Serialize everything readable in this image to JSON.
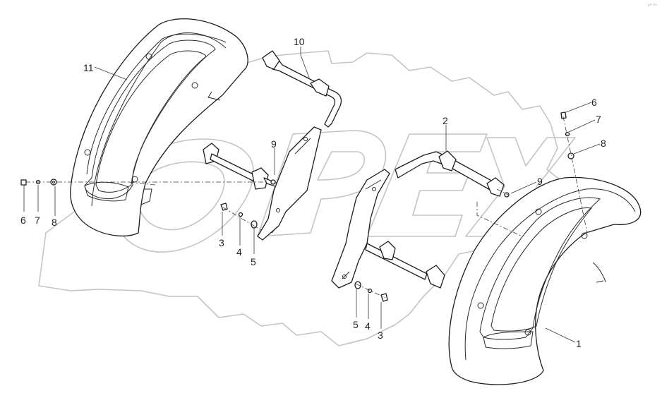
{
  "watermark": {
    "text": "OPEX",
    "color": "#c4c4c4"
  },
  "corner_mark": "z²° ³°²",
  "line_color": "#1d1d1d",
  "callouts": [
    {
      "id": "11",
      "label": "11"
    },
    {
      "id": "10",
      "label": "10"
    },
    {
      "id": "9a",
      "label": "9"
    },
    {
      "id": "6a",
      "label": "6"
    },
    {
      "id": "7a",
      "label": "7"
    },
    {
      "id": "8a",
      "label": "8"
    },
    {
      "id": "3a",
      "label": "3"
    },
    {
      "id": "4a",
      "label": "4"
    },
    {
      "id": "5a",
      "label": "5"
    },
    {
      "id": "2",
      "label": "2"
    },
    {
      "id": "9b",
      "label": "9"
    },
    {
      "id": "6b",
      "label": "6"
    },
    {
      "id": "7b",
      "label": "7"
    },
    {
      "id": "8b",
      "label": "8"
    },
    {
      "id": "5b",
      "label": "5"
    },
    {
      "id": "4b",
      "label": "4"
    },
    {
      "id": "3b",
      "label": "3"
    },
    {
      "id": "1",
      "label": "1"
    }
  ]
}
